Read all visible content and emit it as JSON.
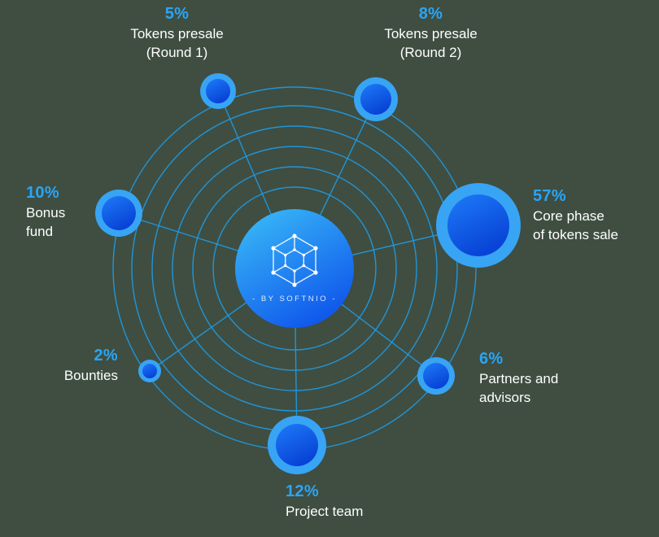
{
  "colors": {
    "background": "#3F4E41",
    "accent": "#29A5F8",
    "ring": "#1E9CE8",
    "node_outer": "#38A4F4",
    "node_inner_top": "#1E7BF8",
    "node_inner_bottom": "#0843D6",
    "hub_top": "#3CC0F8",
    "hub_bottom": "#1059EC",
    "text": "#FFFFFF"
  },
  "center": {
    "brand": "- BY SOFTNIO -",
    "logo_icon": "hexagon-network-icon"
  },
  "nodes": [
    {
      "pct": "5%",
      "line1": "Tokens presale",
      "line2": "(Round 1)"
    },
    {
      "pct": "8%",
      "line1": "Tokens presale",
      "line2": "(Round 2)"
    },
    {
      "pct": "57%",
      "line1": "Core phase",
      "line2": "of tokens sale"
    },
    {
      "pct": "6%",
      "line1": "Partners and",
      "line2": "advisors"
    },
    {
      "pct": "12%",
      "line1": "Project team",
      "line2": ""
    },
    {
      "pct": "2%",
      "line1": "Bounties",
      "line2": ""
    },
    {
      "pct": "10%",
      "line1": "Bonus",
      "line2": "fund"
    }
  ],
  "chart_data": {
    "type": "pie",
    "title": "",
    "center_label": "- BY SOFTNIO -",
    "categories": [
      "Tokens presale (Round 1)",
      "Tokens presale (Round 2)",
      "Core phase of tokens sale",
      "Partners and advisors",
      "Project team",
      "Bounties",
      "Bonus fund"
    ],
    "values": [
      5,
      8,
      57,
      6,
      12,
      2,
      10
    ],
    "units": "percent",
    "layout": "radial-orbit, node size proportional to value, center hub with brand logo"
  }
}
